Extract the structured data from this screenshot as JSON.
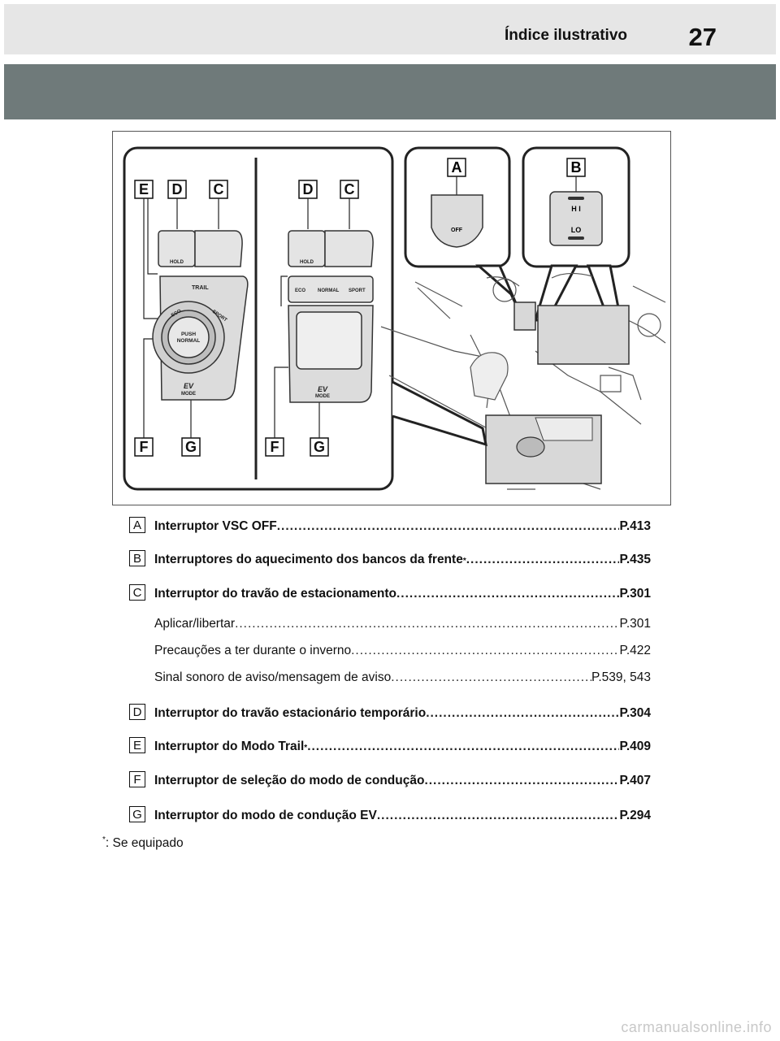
{
  "header": {
    "section_title": "Índice ilustrativo",
    "page_number": "27"
  },
  "figure_labels": {
    "left_panel": [
      "E",
      "D",
      "C",
      "F",
      "G"
    ],
    "middle_panel": [
      "D",
      "C",
      "F",
      "G"
    ],
    "callout_a": "A",
    "callout_b": "B"
  },
  "figure_text": {
    "hold": "HOLD",
    "trail": "TRAIL",
    "eco": "ECO",
    "sport": "SPORT",
    "push": "PUSH",
    "normal": "NORMAL",
    "ev": "EV",
    "mode": "MODE",
    "btn_eco": "ECO",
    "btn_normal": "NORMAL",
    "btn_sport": "SPORT",
    "off": "OFF",
    "hi": "H I",
    "lo": "LO"
  },
  "entries": [
    {
      "letter": "A",
      "title": "Interruptor VSC OFF ",
      "page": "P.413",
      "star": false
    },
    {
      "letter": "B",
      "title": "Interruptores do aquecimento dos bancos da frente",
      "page": "P.435",
      "star": true
    },
    {
      "letter": "C",
      "title": "Interruptor do travão de estacionamento ",
      "page": "P.301",
      "star": false
    },
    {
      "sub": true,
      "title": "Aplicar/libertar ",
      "page": "P.301"
    },
    {
      "sub": true,
      "title": "Precauções a ter durante o inverno ",
      "page": "P.422"
    },
    {
      "sub": true,
      "title": "Sinal sonoro de aviso/mensagem de aviso ",
      "page": "P.539, 543"
    },
    {
      "letter": "D",
      "title": "Interruptor do travão estacionário temporário  ",
      "page": "P.304",
      "star": false
    },
    {
      "letter": "E",
      "title": "Interruptor do Modo Trail",
      "page": "P.409",
      "star": true
    },
    {
      "letter": "F",
      "title": "Interruptor de seleção do modo de condução ",
      "page": "P.407",
      "star": false
    },
    {
      "letter": "G",
      "title": "Interruptor do modo de condução EV ",
      "page": "P.294",
      "star": false
    }
  ],
  "footnote": {
    "marker": "*",
    "text": ":  Se equipado"
  },
  "watermark": "carmanualsonline.info"
}
